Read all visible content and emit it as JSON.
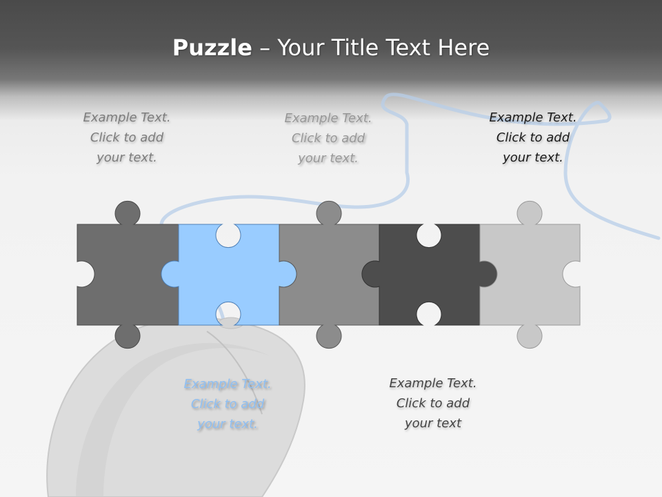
{
  "title": {
    "bold": "Puzzle",
    "rest": " – Your Title Text Here"
  },
  "notes": {
    "top_left": "Example Text.\nClick  to add\nyour text.",
    "top_mid": "Example Text.\nClick  to add\nyour text.",
    "top_right": "Example Text.\nClick  to add\nyour text.",
    "bottom_left": "Example Text.\nClick  to add\nyour text.",
    "bottom_mid": "Example Text.\nClick  to add\nyour text"
  },
  "colors": {
    "piece_1": "#6e6e6e",
    "piece_2": "#99ccff",
    "piece_3": "#8c8c8c",
    "piece_4": "#4d4d4d",
    "piece_5": "#c8c8c8",
    "line": "#a9c6e8"
  },
  "icons": {
    "background": "computer-mouse-with-cable"
  }
}
